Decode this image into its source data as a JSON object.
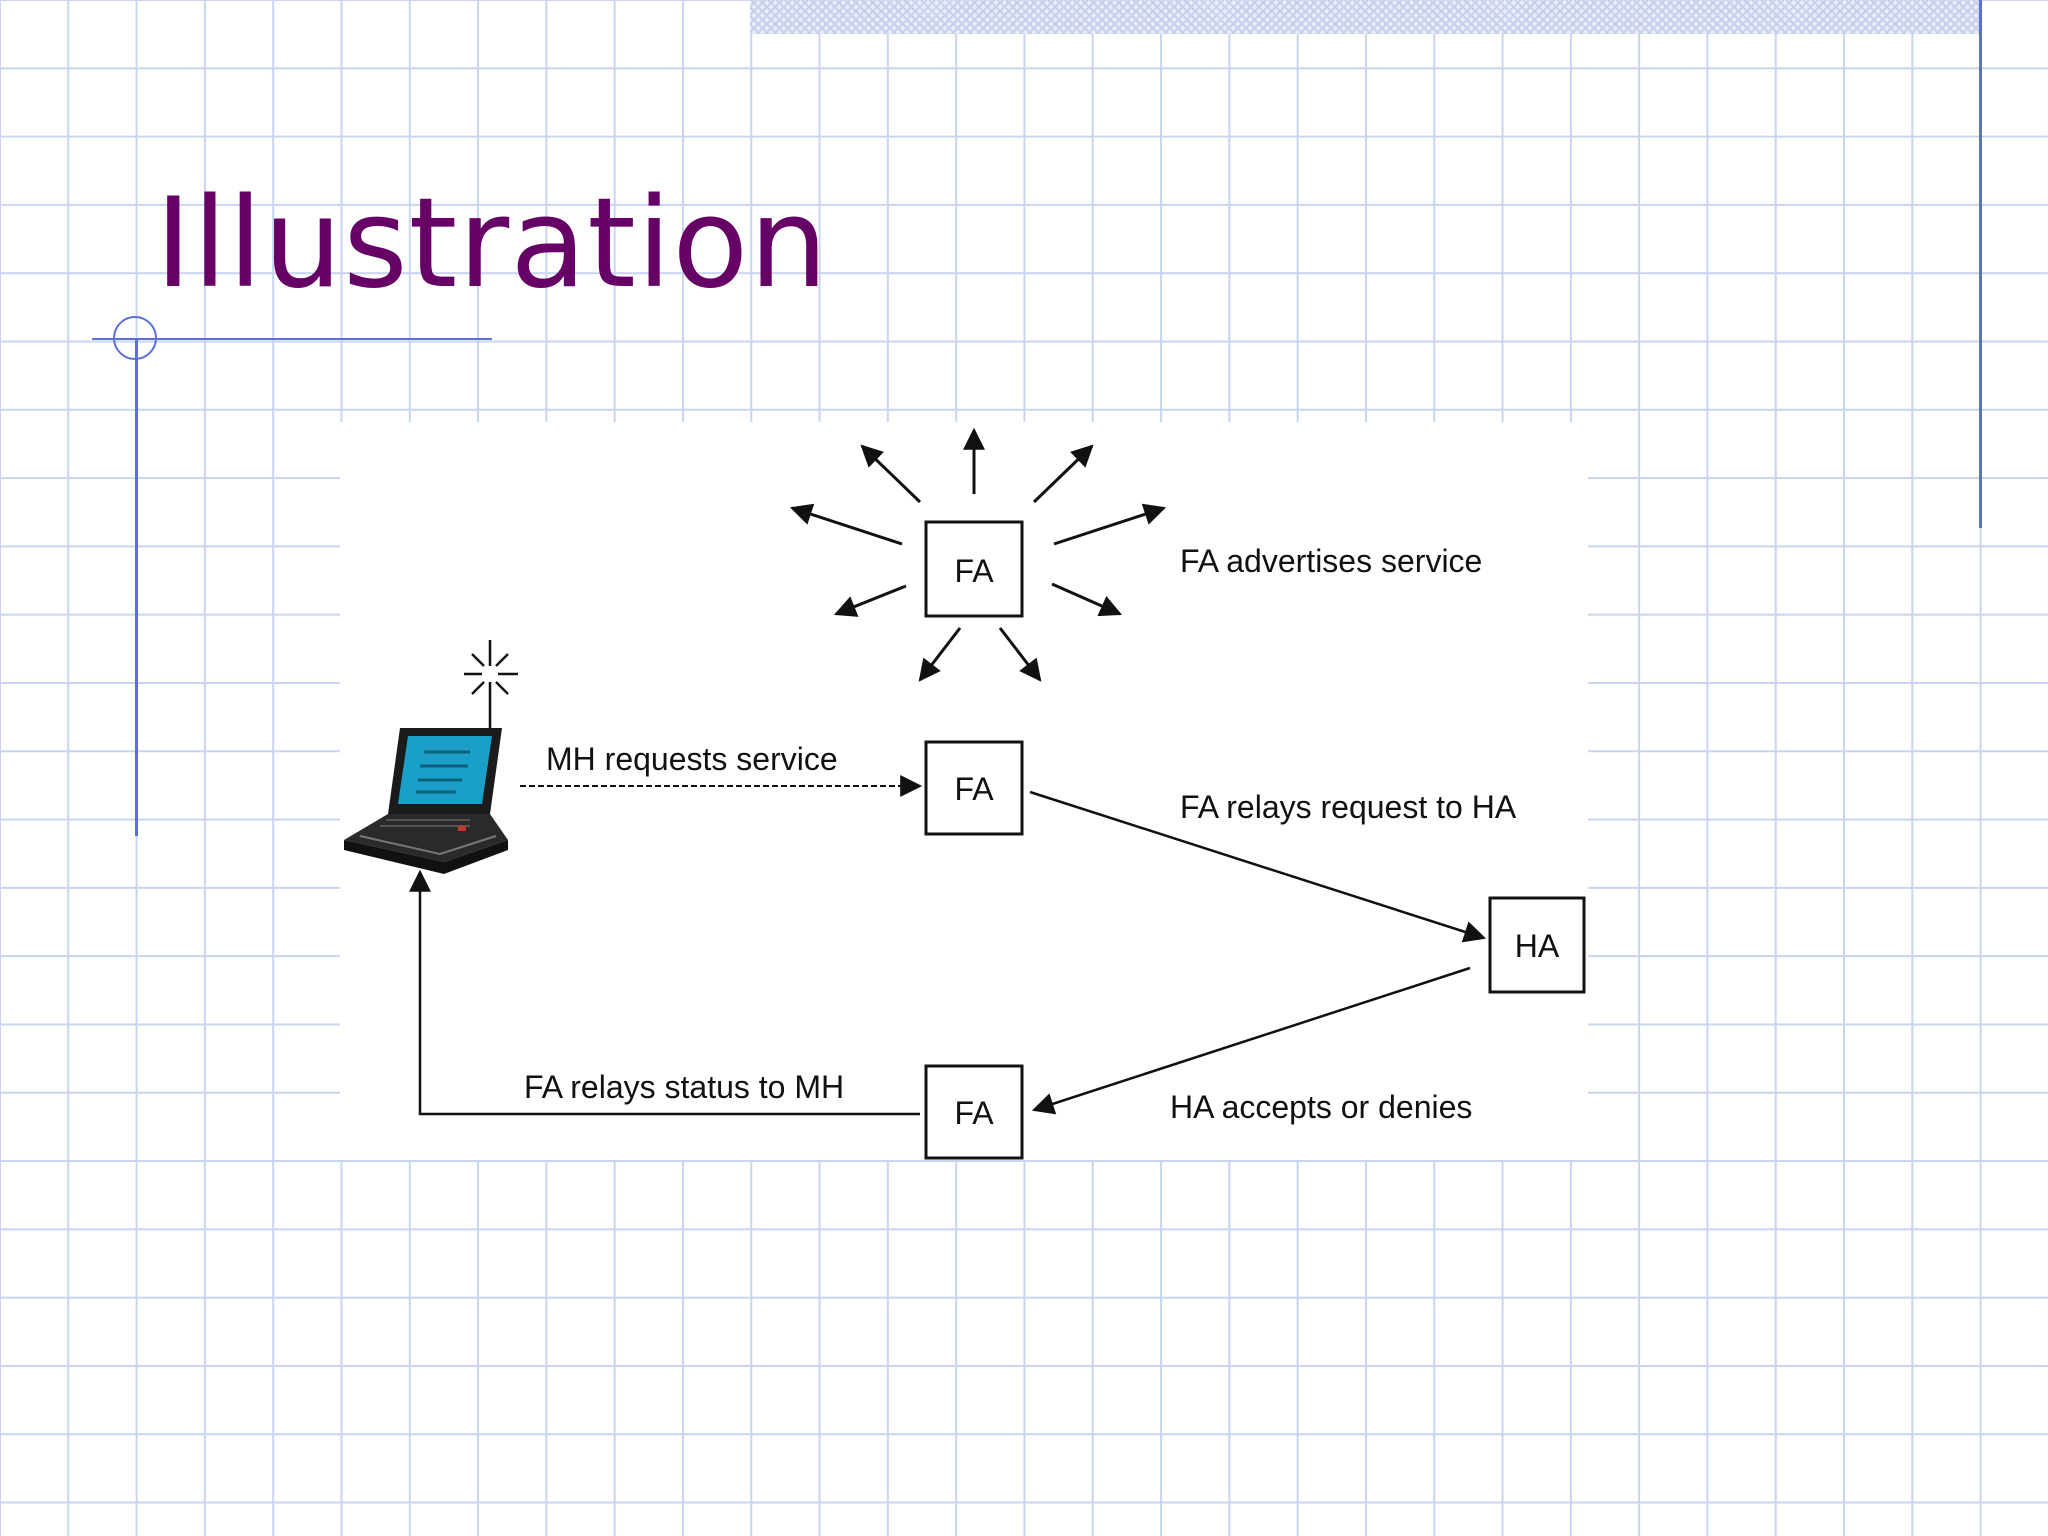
{
  "slide": {
    "title": "Illustration"
  },
  "diagram": {
    "nodes": {
      "fa_top": "FA",
      "fa_mid": "FA",
      "ha": "HA",
      "fa_bottom": "FA"
    },
    "labels": {
      "advertises": "FA advertises service",
      "mh_requests": "MH requests service",
      "fa_relays_request": "FA relays request to HA",
      "ha_accepts": "HA accepts or denies",
      "fa_relays_status": "FA relays status to MH"
    }
  },
  "colors": {
    "title": "#660066",
    "grid": "#c9d4ee",
    "rule": "#5b6fd6",
    "laptop_screen": "#1aa0c8"
  },
  "icons": {
    "mobile_host": "laptop-icon",
    "broadcast": "antenna-signal-icon"
  }
}
